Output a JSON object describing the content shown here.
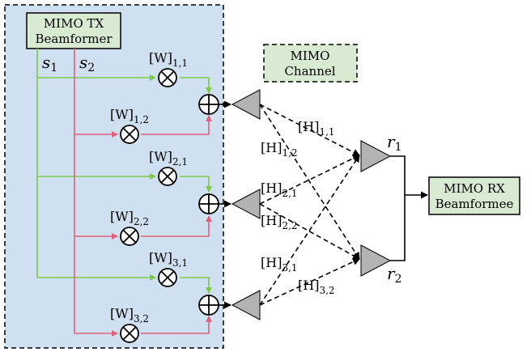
{
  "tx_beamformer": {
    "line1": "MIMO TX",
    "line2": "Beamformer"
  },
  "channel": {
    "line1": "MIMO",
    "line2": "Channel"
  },
  "rx_beamformee": {
    "line1": "MIMO RX",
    "line2": "Beamformee"
  },
  "streams": {
    "s1_base": "s",
    "s1_sub": "1",
    "s2_base": "s",
    "s2_sub": "2"
  },
  "weights": [
    {
      "base": "[W]",
      "sub": "1,1"
    },
    {
      "base": "[W]",
      "sub": "1,2"
    },
    {
      "base": "[W]",
      "sub": "2,1"
    },
    {
      "base": "[W]",
      "sub": "2,2"
    },
    {
      "base": "[W]",
      "sub": "3,1"
    },
    {
      "base": "[W]",
      "sub": "3,2"
    }
  ],
  "channel_gains": [
    {
      "base": "[H]",
      "sub": "1,1"
    },
    {
      "base": "[H]",
      "sub": "1,2"
    },
    {
      "base": "[H]",
      "sub": "2,1"
    },
    {
      "base": "[H]",
      "sub": "2,2"
    },
    {
      "base": "[H]",
      "sub": "3,1"
    },
    {
      "base": "[H]",
      "sub": "3,2"
    }
  ],
  "receivers": {
    "r1_base": "r",
    "r1_sub": "1",
    "r2_base": "r",
    "r2_sub": "2"
  },
  "colors": {
    "tx_region": "#cfe0f1",
    "box_fill": "#d9ead3",
    "stream1": "#7ec74a",
    "stream2": "#e0607a",
    "antenna": "#b3b3b3"
  }
}
